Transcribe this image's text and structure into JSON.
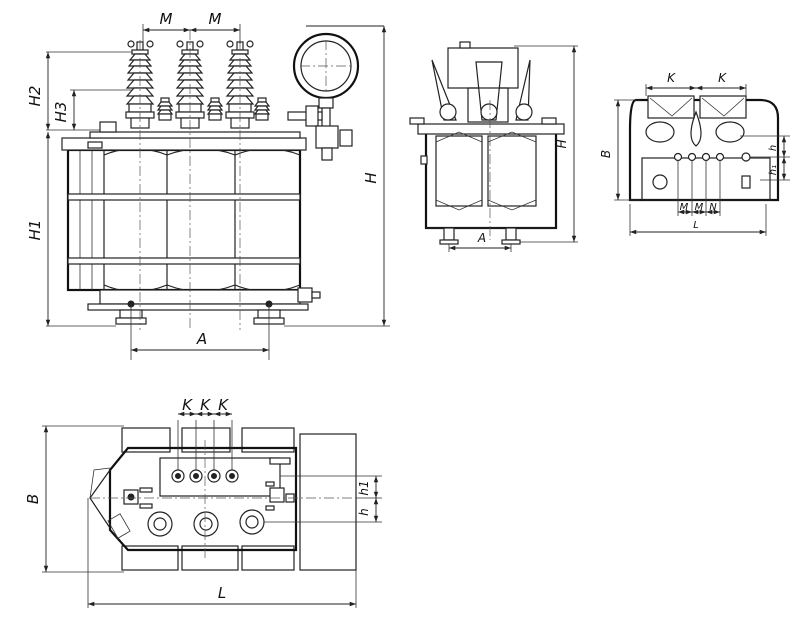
{
  "views": {
    "front": {
      "M": "M",
      "H2": "H2",
      "H3": "H3",
      "H1": "H1",
      "H": "H",
      "A": "A"
    },
    "side": {
      "H": "H",
      "A": "A"
    },
    "top": {
      "K": "K",
      "B": "B",
      "h": "h",
      "h1": "h₁",
      "M": "M",
      "N": "N",
      "L": "L"
    },
    "plan": {
      "K": "K",
      "B": "B",
      "h1": "h1",
      "h": "h",
      "L": "L"
    }
  },
  "colors": {
    "line": "#222222",
    "background": "#ffffff"
  }
}
